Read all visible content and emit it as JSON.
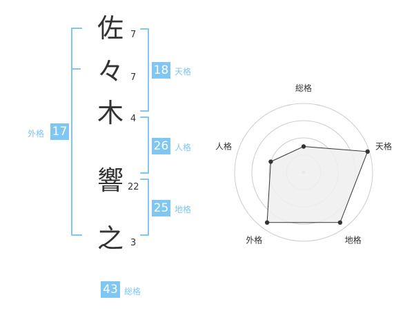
{
  "name": {
    "characters": [
      {
        "char": "佐",
        "strokes": "7"
      },
      {
        "char": "々",
        "strokes": "7"
      },
      {
        "char": "木",
        "strokes": "4"
      },
      {
        "char": "響",
        "strokes": "22"
      },
      {
        "char": "之",
        "strokes": "3"
      }
    ]
  },
  "kakusu": {
    "tenkaku": {
      "value": "18",
      "label": "天格"
    },
    "jinkaku": {
      "value": "26",
      "label": "人格"
    },
    "chikaku": {
      "value": "25",
      "label": "地格"
    },
    "gaikaku": {
      "value": "17",
      "label": "外格"
    },
    "soukaku": {
      "value": "43",
      "label": "総格"
    }
  },
  "colors": {
    "accent": "#7fc6f2",
    "text": "#333333",
    "grid": "#cccccc",
    "polygon_fill": "#eeeeee",
    "polygon_stroke": "#333333"
  },
  "chart_data": {
    "type": "radar",
    "axes": [
      "総格",
      "天格",
      "地格",
      "外格",
      "人格"
    ],
    "levels": 4,
    "range": [
      0,
      4
    ],
    "values": [
      1.5,
      3.9,
      3.6,
      3.6,
      2.0
    ],
    "grid": true
  }
}
